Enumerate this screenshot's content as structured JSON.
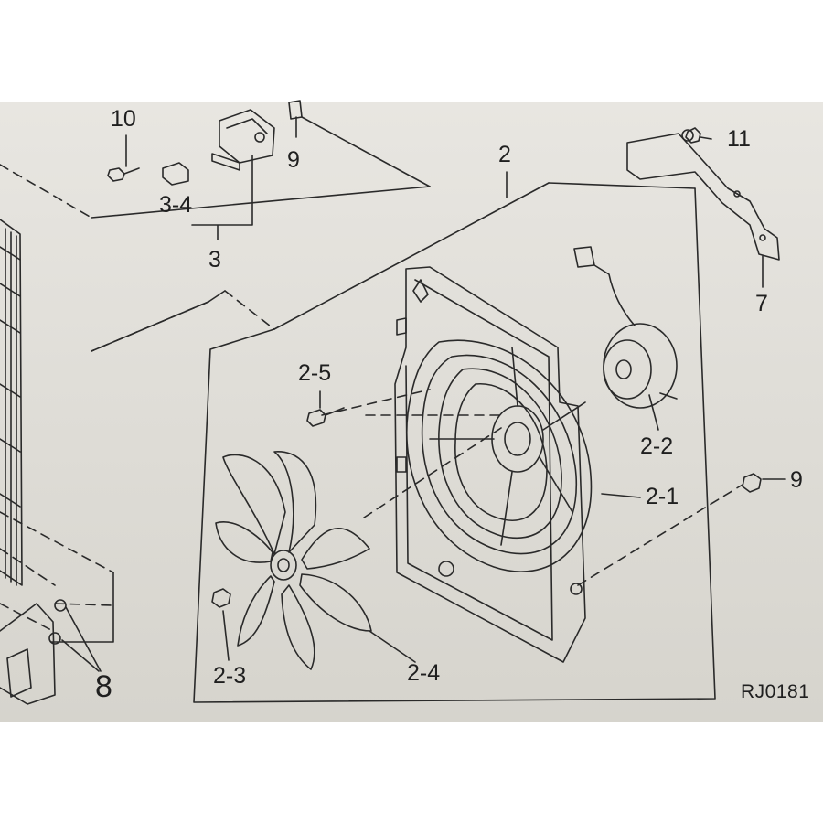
{
  "diagram": {
    "code": "RJ0181",
    "callouts": {
      "c10": "10",
      "c9_top": "9",
      "c3_4": "3-4",
      "c3": "3",
      "c2": "2",
      "c11": "11",
      "c7": "7",
      "c2_5": "2-5",
      "c2_2": "2-2",
      "c2_1": "2-1",
      "c9_right": "9",
      "c2_3": "2-3",
      "c2_4": "2-4",
      "c8": "8"
    }
  }
}
